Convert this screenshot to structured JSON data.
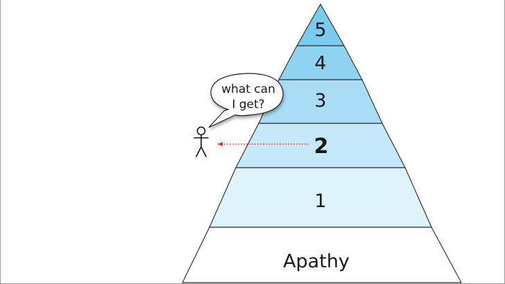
{
  "levels": [
    {
      "label": "Apathy",
      "fill": "#ffffff"
    },
    {
      "label": "1",
      "fill": "#dff3fd"
    },
    {
      "label": "2",
      "fill": "#c5e8fa",
      "emphasis": true
    },
    {
      "label": "3",
      "fill": "#a9ddf6"
    },
    {
      "label": "4",
      "fill": "#8fd2f2"
    },
    {
      "label": "5",
      "fill": "#7ccaee"
    }
  ],
  "speech_bubble": {
    "line1": "what can",
    "line2": "I get?"
  },
  "colors": {
    "arrow": "#e0342a",
    "outline": "#333333"
  }
}
